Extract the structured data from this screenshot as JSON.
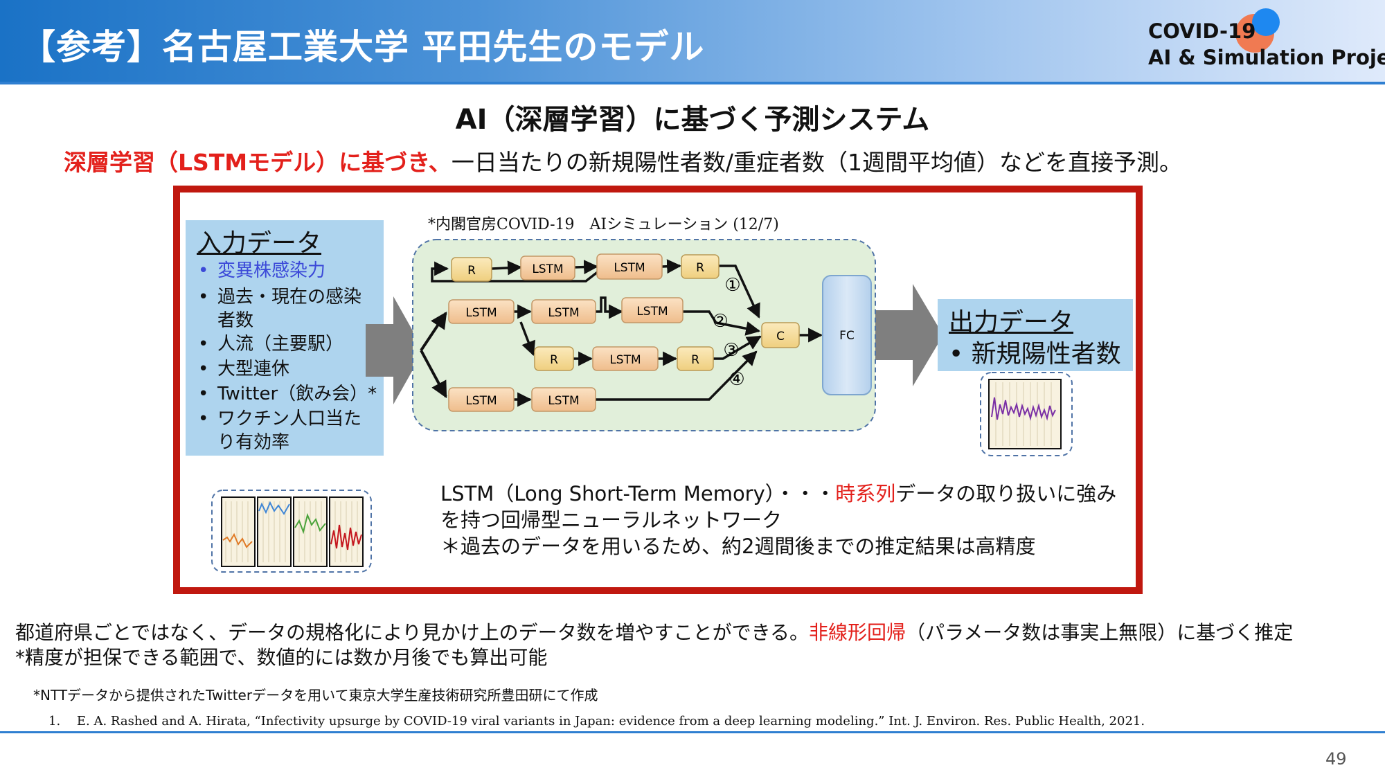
{
  "header": {
    "title": "【参考】名古屋工業大学 平田先生のモデル",
    "project_line1": "COVID-19",
    "project_line2": "AI & Simulation Project"
  },
  "subtitle": "AI（深層学習）に基づく予測システム",
  "lead": {
    "red_part": "深層学習（LSTMモデル）に基づき、",
    "rest": "一日当たりの新規陽性者数/重症者数（1週間平均値）などを直接予測。"
  },
  "diagram": {
    "input_title": "入力データ",
    "input_items": [
      "変異株感染力",
      "過去・現在の感染",
      "者数",
      "人流（主要駅）",
      "大型連休",
      "Twitter（飲み会）*",
      "ワクチン人口当た",
      "り有効率"
    ],
    "bullet": "•",
    "sim_note": "*内閣官房COVID-19　AIシミュレーション (12/7)",
    "nodes": {
      "r": "R",
      "lstm": "LSTM",
      "c": "C",
      "fc": "FC"
    },
    "branch_labels": [
      "①",
      "②",
      "③",
      "④"
    ],
    "output_title": "出力データ",
    "output_item": "• 新規陽性者数",
    "colors": {
      "frame": "#c0180f",
      "input_box": "#aed4ee",
      "network_bg": "#e1efda",
      "node_fill": "#f6dd9e",
      "fc_fill": "#c5dbef",
      "arrow": "#7f7f7f"
    }
  },
  "description": {
    "line1_a": "LSTM（Long Short-Term Memory）・・・",
    "line1_red": "時系列",
    "line1_b": "データの取り扱いに強み",
    "line2": "を持つ回帰型ニューラルネットワーク",
    "line3": "＊過去のデータを用いるため、約2週間後までの推定結果は高精度"
  },
  "body": {
    "line1_a": "都道府県ごとではなく、データの規格化により見かけ上のデータ数を増やすことができる。",
    "line1_red": "非線形回帰",
    "line1_b": "（パラメータ数は事実上無限）に基づく推定",
    "line2": "*精度が担保できる範囲で、数値的には数か月後でも算出可能"
  },
  "footnote": "*NTTデータから提供されたTwitterデータを用いて東京大学生産技術研究所豊田研にて作成",
  "reference": "1.　 E. A. Rashed and A. Hirata, “Infectivity upsurge by COVID-19 viral variants in Japan: evidence from a deep learning modeling.” Int. J. Environ. Res. Public Health, 2021.",
  "page_number": "49",
  "colors": {
    "header_blue": "#1a72c6",
    "accent_red": "#e3201b"
  }
}
